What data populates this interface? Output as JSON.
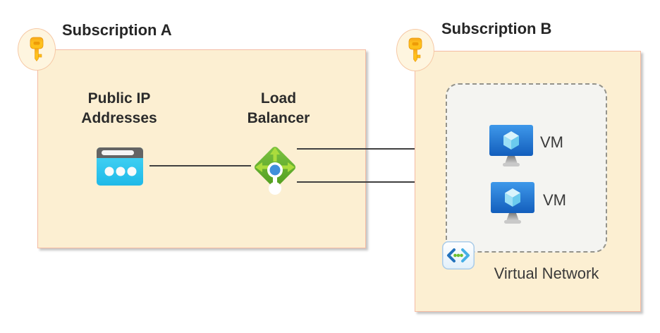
{
  "subscription_a": {
    "title": "Subscription A",
    "public_ip": {
      "label": "Public IP Addresses"
    },
    "load_balancer": {
      "label": "Load Balancer"
    }
  },
  "subscription_b": {
    "title": "Subscription B",
    "virtual_network": {
      "label": "Virtual Network",
      "vms": [
        {
          "label": "VM"
        },
        {
          "label": "VM"
        }
      ]
    }
  },
  "icons": {
    "subscription": "key-icon",
    "public_ip": "public-ip-browser-icon",
    "load_balancer": "load-balancer-icon",
    "vm": "virtual-machine-icon",
    "virtual_network": "virtual-network-icon"
  },
  "colors": {
    "subscription_box_fill": "#FCEFD2",
    "subscription_box_border": "#F5BBA3",
    "badge_fill": "#FEF5DF",
    "vnet_box_fill": "#F4F4F1",
    "vnet_box_border": "#94938B",
    "connector_and_arrows": "#404040",
    "title_text": "#262626",
    "label_text": "#2B2B2B",
    "load_balancer_green": "#64A823",
    "public_ip_cyan": "#2EC8F0",
    "vm_blue": "#1E6FC8",
    "key_gold": "#FFC21E"
  }
}
